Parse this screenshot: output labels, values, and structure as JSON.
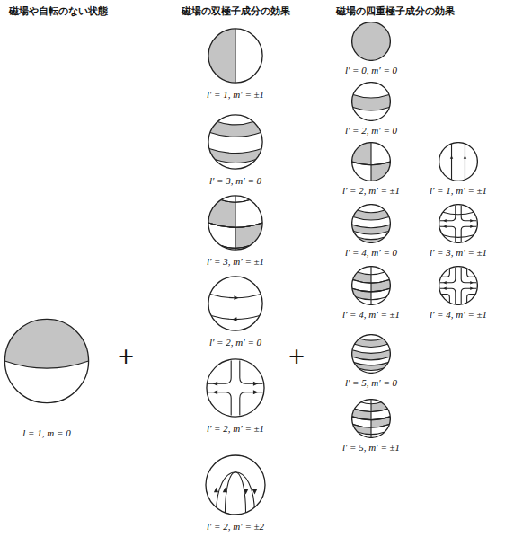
{
  "diagram": {
    "nodes": [
      {
        "text": [
          "l = 1, m = 0"
        ]
      },
      {
        "text": [
          "l′ = 1, m′ = ±1"
        ]
      },
      {
        "text": [
          "l′ = 3, m′ = 0"
        ]
      },
      {
        "text": [
          "l′ = 3, m′ = ±1"
        ]
      },
      {
        "text": [
          "l′ = 2, m′ = 0"
        ]
      },
      {
        "text": [
          "l′ = 2, m′ = ±1"
        ]
      },
      {
        "text": [
          "l′ = 2, m′ = ±2"
        ]
      },
      {
        "text": [
          "l′ = 0, m′ = 0"
        ]
      },
      {
        "text": [
          "l′ = 2, m′ = 0"
        ]
      },
      {
        "text": [
          "l′ = 2, m′ = ±1"
        ]
      },
      {
        "text": [
          "l′ = 4, m′ = 0"
        ]
      },
      {
        "text": [
          "l′ = 4, m′ = ±1"
        ]
      },
      {
        "text": [
          "l′ = 5, m′ = 0"
        ]
      },
      {
        "text": [
          "l′ = 5, m′ = ±1"
        ]
      },
      {
        "text": [
          "l′ = 1, m′ = ±1"
        ]
      },
      {
        "text": [
          "l′ = 3, m′ = ±1"
        ]
      },
      {
        "text": [
          "l′ = 4, m′ = ±1"
        ]
      }
    ],
    "labels": [
      "磁場や自転のない状態",
      "磁場の双極子成分の効果",
      "磁場の四重極子成分の効果",
      "+",
      "+"
    ]
  }
}
